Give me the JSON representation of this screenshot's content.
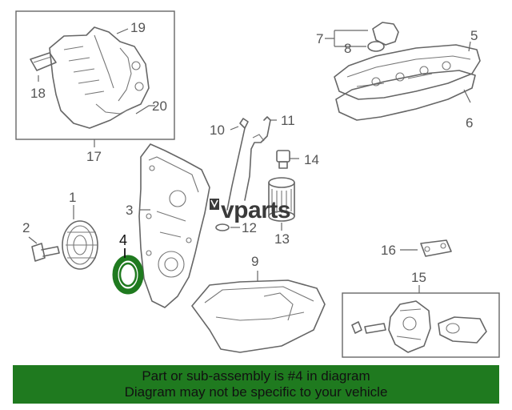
{
  "diagram": {
    "labels": {
      "p1": "1",
      "p2": "2",
      "p3": "3",
      "p4": "4",
      "p5": "5",
      "p6": "6",
      "p7": "7",
      "p8": "8",
      "p9": "9",
      "p10": "10",
      "p11": "11",
      "p12": "12",
      "p13": "13",
      "p14": "14",
      "p15": "15",
      "p16": "16",
      "p17": "17",
      "p18": "18",
      "p19": "19",
      "p20": "20"
    },
    "highlighted_part": "4",
    "highlight_color": "#1f7a1f",
    "watermark": {
      "text": "vparts"
    }
  },
  "banner": {
    "line1": "Part or sub-assembly is #4 in diagram",
    "line2": "Diagram may not be specific to your vehicle",
    "background": "#1f7a1f"
  }
}
